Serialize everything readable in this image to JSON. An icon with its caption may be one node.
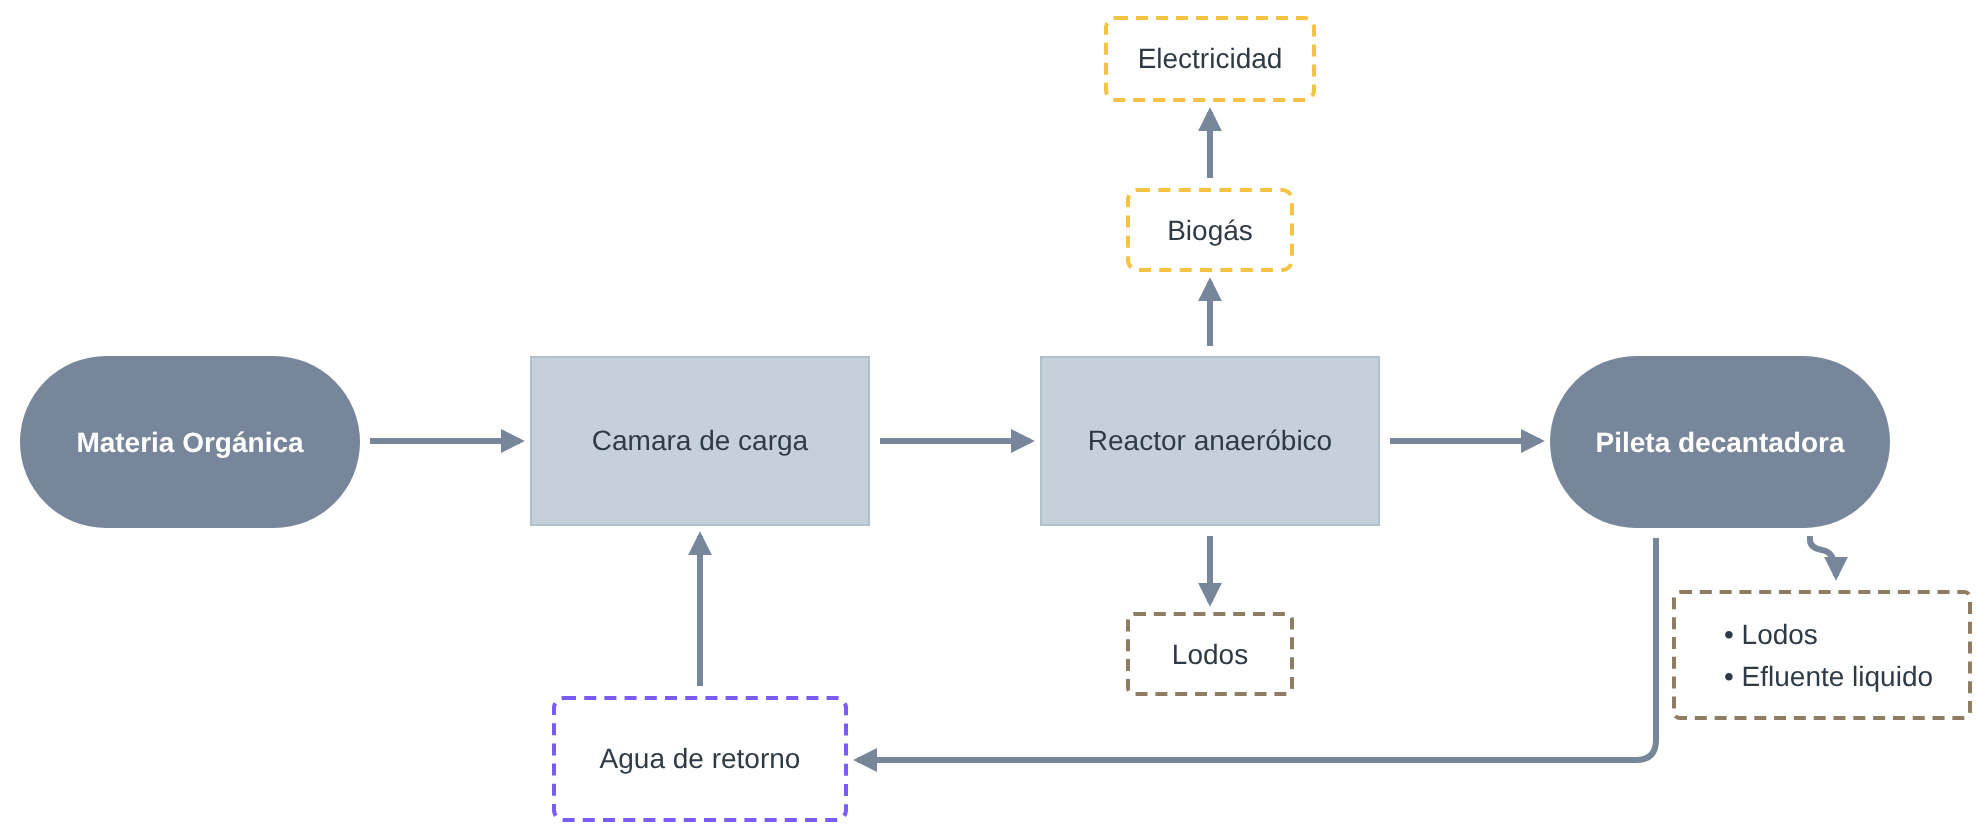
{
  "diagram": {
    "nodes": [
      {
        "text": [
          "Materia Orgánica"
        ]
      },
      {
        "text": [
          "Camara de carga"
        ]
      },
      {
        "text": [
          "Reactor anaeróbico"
        ]
      },
      {
        "text": [
          "Pileta decantadora"
        ]
      },
      {
        "text": [
          "Biogás"
        ]
      },
      {
        "text": [
          "Electricidad"
        ]
      },
      {
        "text": [
          "Lodos"
        ]
      },
      {
        "text": [
          "Agua de retorno"
        ]
      },
      {
        "text": [
          "• Lodos",
          "• Efluente liquido"
        ]
      }
    ],
    "edges": [
      {
        "from": 0,
        "to": 1,
        "arrow": "to"
      },
      {
        "from": 1,
        "to": 2,
        "arrow": "to"
      },
      {
        "from": 2,
        "to": 3,
        "arrow": "to"
      },
      {
        "from": 2,
        "to": 4,
        "arrow": "to"
      },
      {
        "from": 4,
        "to": 5,
        "arrow": "to"
      },
      {
        "from": 2,
        "to": 6,
        "arrow": "to"
      },
      {
        "from": 3,
        "to": 7,
        "arrow": "to"
      },
      {
        "from": 7,
        "to": 1,
        "arrow": "to"
      },
      {
        "from": 3,
        "to": 8,
        "arrow": "to"
      }
    ]
  }
}
